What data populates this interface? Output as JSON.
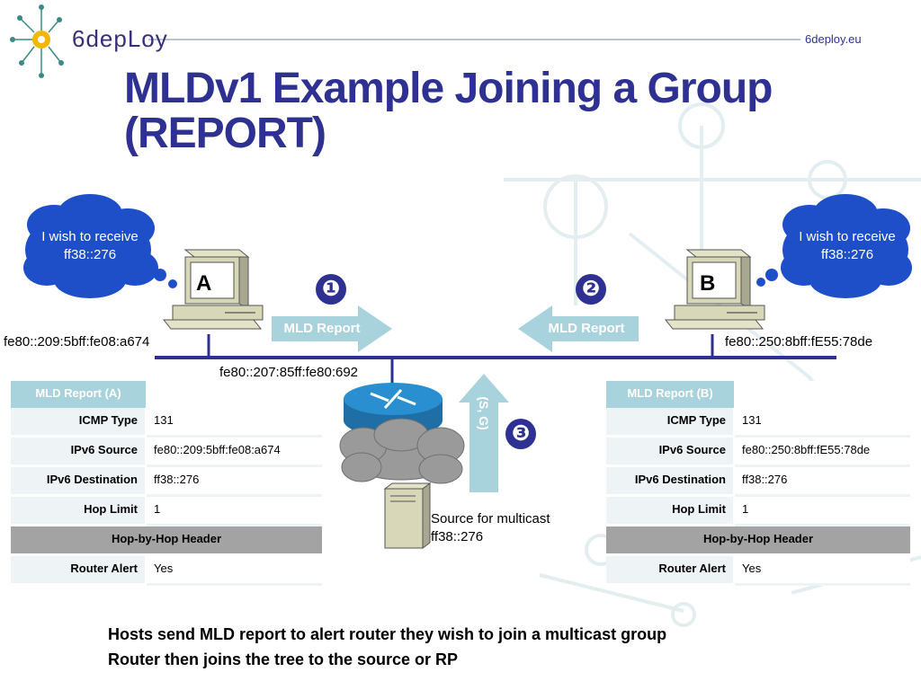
{
  "header": {
    "logo_text": "6depLoy",
    "site": "6deploy.eu",
    "title": "MLDv1 Example Joining a Group (REPORT)"
  },
  "diagram": {
    "cloud_a": "I wish to receive ff38::276",
    "cloud_b": "I wish to receive ff38::276",
    "host_a_label": "A",
    "host_b_label": "B",
    "host_a_addr": "fe80::209:5bff:fe08:a674",
    "host_b_addr": "fe80::250:8bff:fE55:78de",
    "router_addr": "fe80::207:85ff:fe80:692",
    "step1": "❶",
    "step2": "❷",
    "step3": "❸",
    "arrow1": "MLD Report",
    "arrow2": "MLD Report",
    "arrow3": "(S, G)",
    "source_line1": "Source for multicast",
    "source_line2": "ff38::276"
  },
  "table_a": {
    "header": "MLD Report (A)",
    "rows": [
      {
        "k": "ICMP Type",
        "v": "131"
      },
      {
        "k": "IPv6 Source",
        "v": "fe80::209:5bff:fe08:a674"
      },
      {
        "k": "IPv6 Destination",
        "v": "ff38::276"
      },
      {
        "k": "Hop Limit",
        "v": "1"
      }
    ],
    "subheader": "Hop-by-Hop Header",
    "alert": {
      "k": "Router Alert",
      "v": "Yes"
    }
  },
  "table_b": {
    "header": "MLD Report (B)",
    "rows": [
      {
        "k": "ICMP Type",
        "v": "131"
      },
      {
        "k": "IPv6 Source",
        "v": "fe80::250:8bff:fE55:78de"
      },
      {
        "k": "IPv6 Destination",
        "v": "ff38::276"
      },
      {
        "k": "Hop Limit",
        "v": "1"
      }
    ],
    "subheader": "Hop-by-Hop Header",
    "alert": {
      "k": "Router Alert",
      "v": "Yes"
    }
  },
  "footer": {
    "line1": "Hosts send MLD report to alert router they wish to join a multicast group",
    "line2": "Router then joins the tree to the source or RP"
  },
  "colors": {
    "title": "#2e3192",
    "cloud": "#1e4fc8",
    "arrow": "#a9d3dc",
    "table_header": "#a9d3dc",
    "subheader": "#a3a3a3"
  }
}
